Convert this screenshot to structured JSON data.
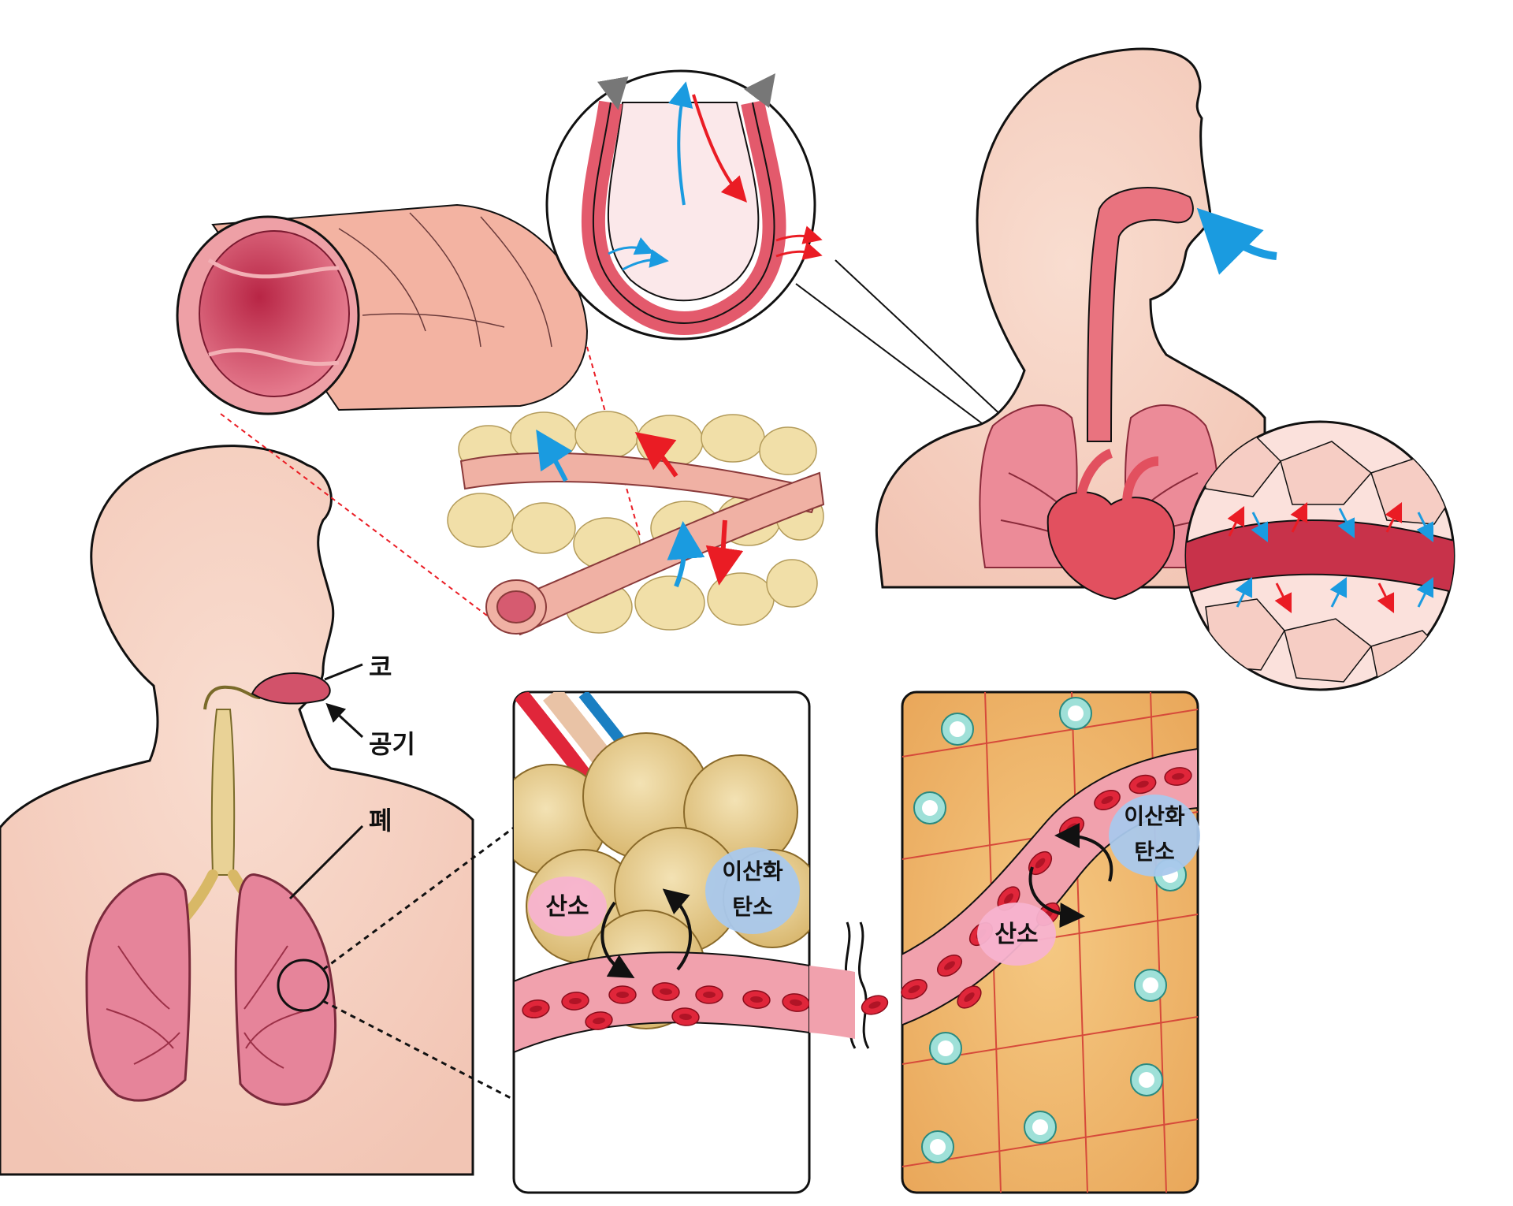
{
  "labels": {
    "nose": "코",
    "air": "공기",
    "lung": "폐"
  },
  "alveolus_panel": {
    "oxygen": "산소",
    "co2_line1": "이산화",
    "co2_line2": "탄소"
  },
  "tissue_panel": {
    "oxygen": "산소",
    "co2_line1": "이산화",
    "co2_line2": "탄소"
  },
  "colors": {
    "skin": "#f6d2c4",
    "lung": "#e07088",
    "vessel": "#e86b7a",
    "blood_cell": "#e0263a",
    "oxygen_arrow": "#ea1c24",
    "co2_arrow": "#1a9be0",
    "alveolus": "#ecd59a",
    "tissue": "#f1b96a",
    "oxygen_bubble": "#f7b3cf",
    "co2_bubble": "#a9c8ec"
  }
}
